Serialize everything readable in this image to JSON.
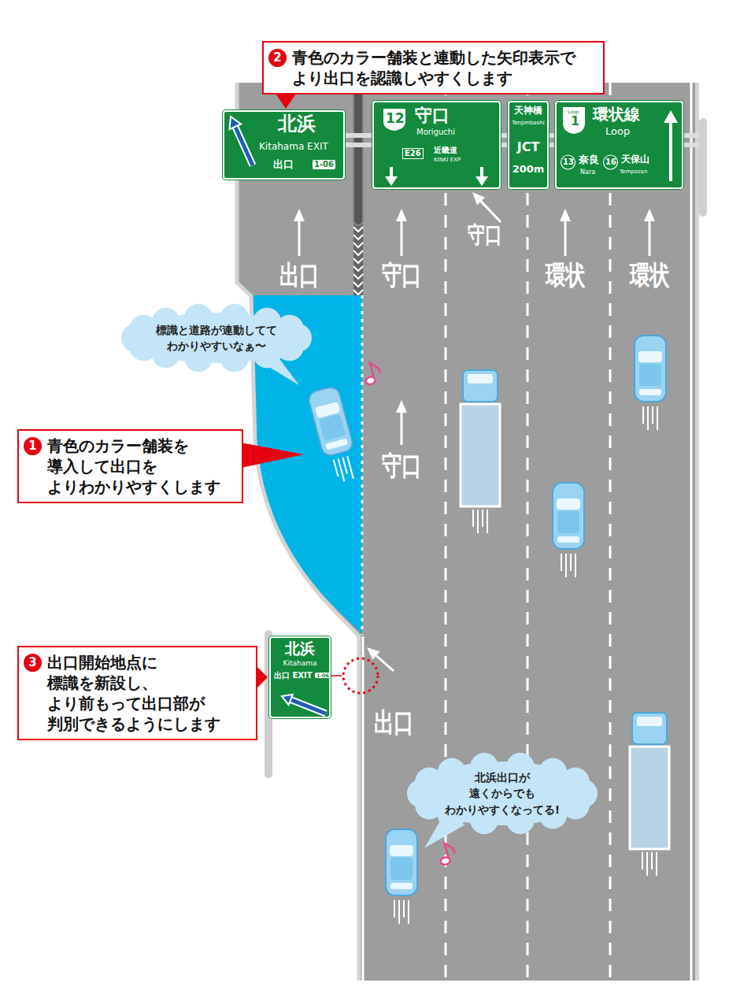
{
  "diagram": {
    "nodes": [
      {
        "text": [
          "2",
          "青色のカラー舗装と連動した矢印表示で より出口を認識しやすくします"
        ]
      },
      {
        "text": [
          "北浜",
          "Kitahama EXIT",
          "出口",
          "1-06"
        ]
      },
      {
        "text": [
          "12",
          "守口",
          "Moriguchi",
          "E26",
          "近畿道",
          "KINKI EXP"
        ]
      },
      {
        "text": [
          "天神橋",
          "Tenjimbashi",
          "JCT",
          "200m"
        ]
      },
      {
        "text": [
          "Loop",
          "1",
          "環状線",
          "Loop",
          "13",
          "奈良",
          "Nara",
          "16",
          "天保山",
          "Tempozan"
        ]
      },
      {
        "text": [
          "標識と道路が連動してて わかりやすいなぁ〜"
        ]
      },
      {
        "text": [
          "1",
          "青色のカラー舗装を 導入して出口を よりわかりやすくします"
        ]
      },
      {
        "text": [
          "3",
          "出口開始地点に 標識を新設し、 より前もって出口部が 判別できるようにします"
        ]
      },
      {
        "text": [
          "北浜",
          "Kitahama",
          "出口 EXIT",
          "1-06"
        ]
      },
      {
        "text": [
          "北浜出口が 遠くからでも わかりやすくなってる!"
        ]
      }
    ],
    "edges": [
      {
        "from": 0,
        "to": 1,
        "arrow": "to"
      },
      {
        "from": 7,
        "to": 8,
        "arrow": "to"
      }
    ],
    "labels": [
      "守口",
      "出口",
      "守口",
      "環状",
      "環状",
      "守口",
      "出口"
    ]
  }
}
